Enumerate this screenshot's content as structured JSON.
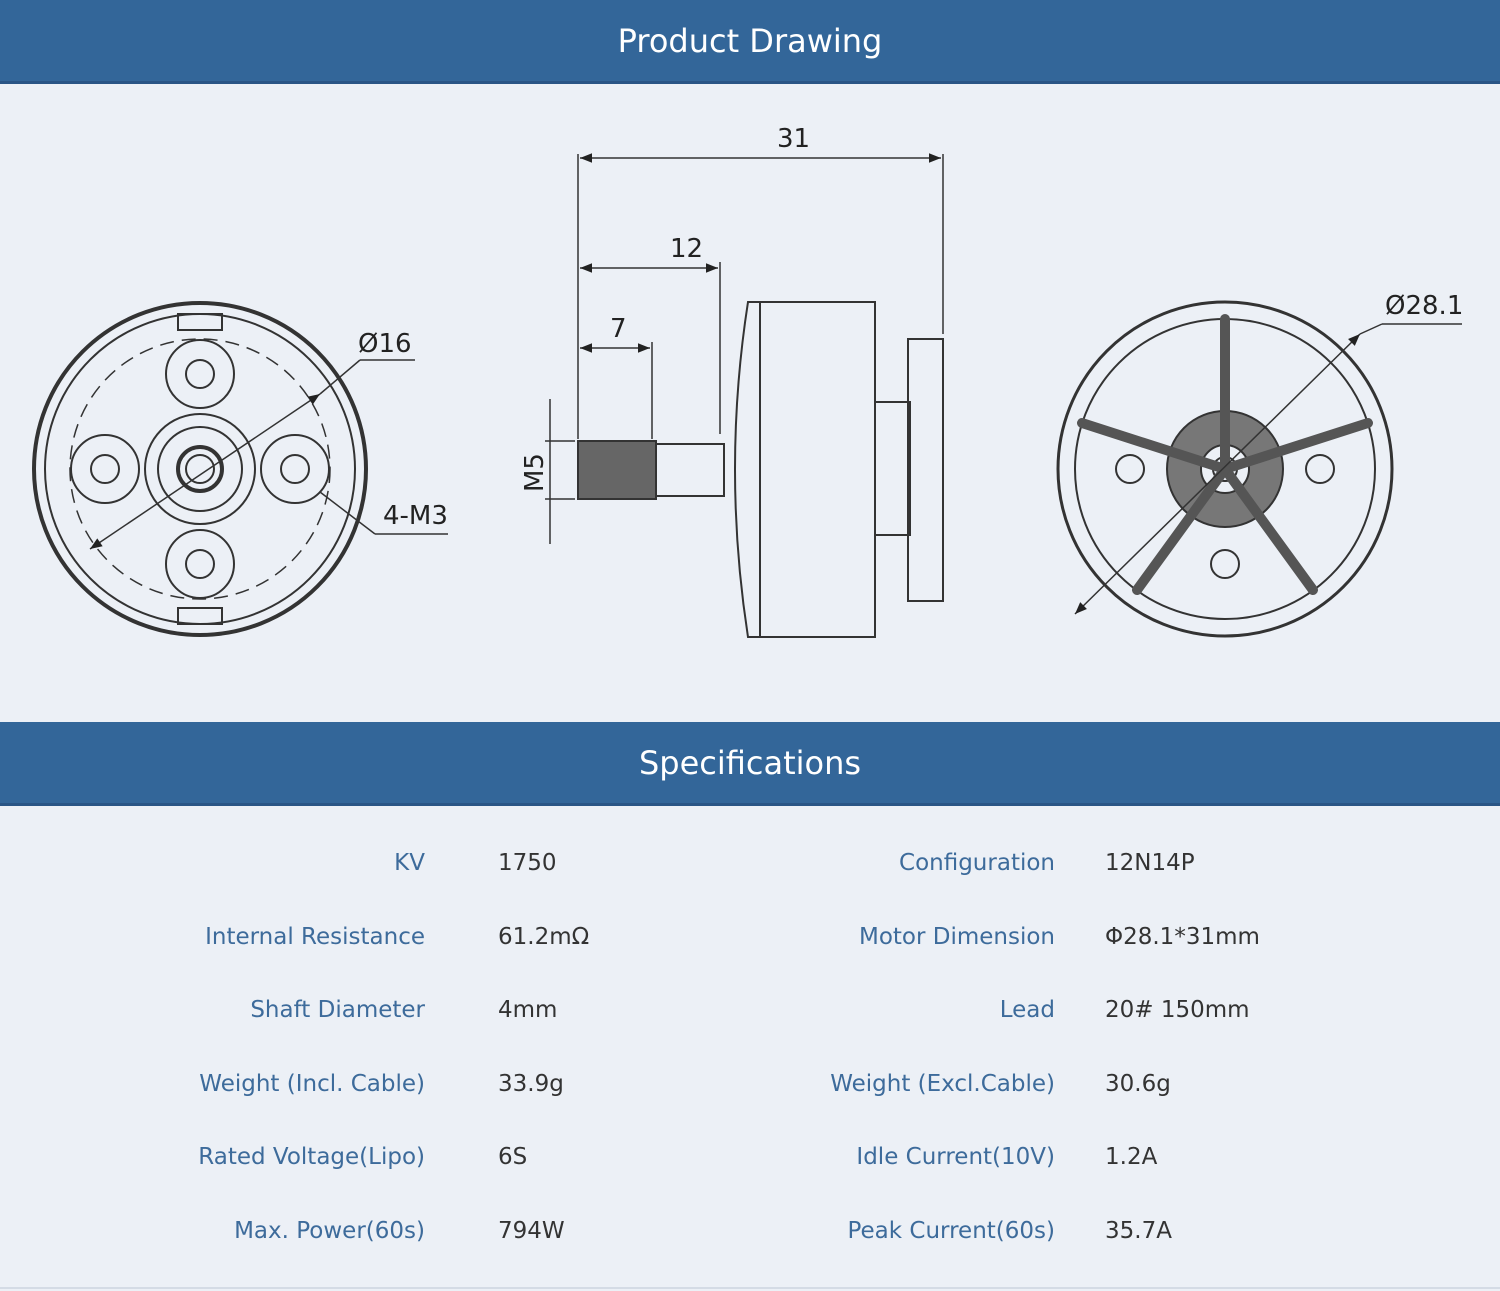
{
  "headers": {
    "drawing": "Product Drawing",
    "specs": "Specifications"
  },
  "drawing": {
    "dim_total_length": "31",
    "dim_12": "12",
    "dim_7": "7",
    "dim_shaft_thread": "M5",
    "dim_mount_circle": "Ø16",
    "dim_mount_holes": "4-M3",
    "dim_diameter": "Ø28.1"
  },
  "specs": [
    {
      "left_label": "KV",
      "left_value": "1750",
      "right_label": "Configuration",
      "right_value": "12N14P"
    },
    {
      "left_label": "Internal Resistance",
      "left_value": "61.2mΩ",
      "right_label": "Motor Dimension",
      "right_value": "Φ28.1*31mm"
    },
    {
      "left_label": "Shaft Diameter",
      "left_value": "4mm",
      "right_label": "Lead",
      "right_value": "20# 150mm"
    },
    {
      "left_label": "Weight (Incl. Cable)",
      "left_value": "33.9g",
      "right_label": "Weight (Excl.Cable)",
      "right_value": "30.6g"
    },
    {
      "left_label": "Rated Voltage(Lipo)",
      "left_value": "6S",
      "right_label": "Idle Current(10V)",
      "right_value": "1.2A"
    },
    {
      "left_label": "Max. Power(60s)",
      "left_value": "794W",
      "right_label": "Peak Current(60s)",
      "right_value": "35.7A"
    }
  ]
}
